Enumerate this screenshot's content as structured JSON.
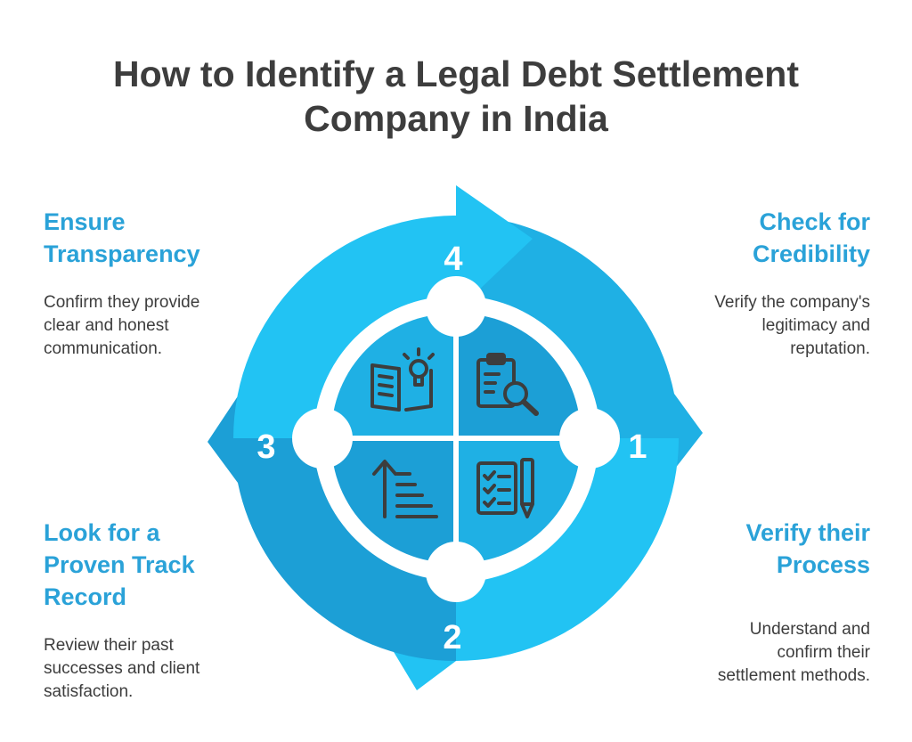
{
  "title": {
    "line1": "How to Identify a Legal Debt Settlement",
    "line2": "Company in India"
  },
  "steps": [
    {
      "number": "1",
      "heading": [
        "Check for",
        "Credibility"
      ],
      "description": [
        "Verify the company's",
        "legitimacy and",
        "reputation."
      ],
      "icon": "clipboard-search-icon"
    },
    {
      "number": "2",
      "heading": [
        "Verify their",
        "Process"
      ],
      "description": [
        "Understand and",
        "confirm their",
        "settlement methods."
      ],
      "icon": "checklist-pen-icon"
    },
    {
      "number": "3",
      "heading": [
        "Look for a",
        "Proven Track",
        "Record"
      ],
      "description": [
        "Review their past",
        "successes and client",
        "satisfaction."
      ],
      "icon": "growth-steps-icon"
    },
    {
      "number": "4",
      "heading": [
        "Ensure",
        "Transparency"
      ],
      "description": [
        "Confirm they provide",
        "clear and honest",
        "communication."
      ],
      "icon": "book-lightbulb-icon"
    }
  ],
  "colors": {
    "title": "#3d3d3d",
    "heading": "#2aa2d8",
    "text": "#3d3d3d",
    "ring_light": "#22c3f3",
    "ring_mid": "#1fb0e4",
    "ring_dark": "#1c9fd6",
    "icon": "#3d3d3d"
  }
}
